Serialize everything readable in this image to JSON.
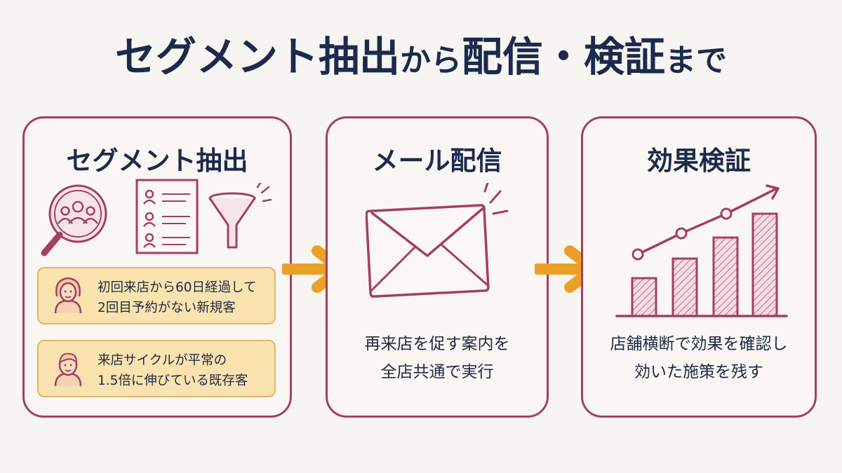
{
  "title": {
    "part1": "セグメント抽出",
    "part2": "から",
    "part3": "配信・検証",
    "part4": "まで"
  },
  "steps": [
    {
      "title": "セグメント抽出",
      "icons": [
        "magnifier-people-icon",
        "profile-list-icon",
        "funnel-icon"
      ],
      "segments": [
        {
          "icon": "woman-face-icon",
          "line1": "初回来店から60日経過して",
          "line2": "2回目予約がない新規客"
        },
        {
          "icon": "man-face-icon",
          "line1": "来店サイクルが平常の",
          "line2": "1.5倍に伸びている既存客"
        }
      ]
    },
    {
      "title": "メール配信",
      "icon": "envelope-icon",
      "line1": "再来店を促す案内を",
      "line2": "全店共通で実行"
    },
    {
      "title": "効果検証",
      "icon": "bar-chart-up-icon",
      "line1": "店舗横断で効果を確認し",
      "line2": "効いた施策を残す"
    }
  ],
  "colors": {
    "panel_border": "#a4405f",
    "arrow": "#eaa126",
    "card_fill": "#fbe3b0",
    "title": "#1c2a4d"
  }
}
